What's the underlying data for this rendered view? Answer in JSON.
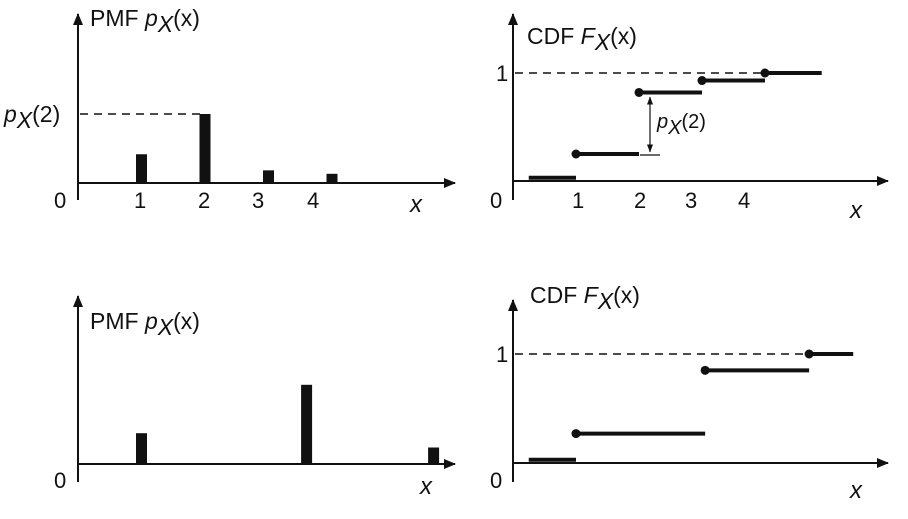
{
  "panels": [
    {
      "id": "pmf-top",
      "kind": "pmf",
      "title_prefix": "PMF ",
      "title_func": "p",
      "title_sub": "X",
      "title_arg": "(x)",
      "origin": "0",
      "x_axis_label": "x",
      "x_ticks": [
        "1",
        "2",
        "3",
        "4"
      ],
      "y_label_func": "p",
      "y_label_sub": "X",
      "y_label_arg": "(2)",
      "bars": [
        {
          "x": 1,
          "p": 0.25
        },
        {
          "x": 2,
          "p": 0.6
        },
        {
          "x": 3,
          "p": 0.11
        },
        {
          "x": 4,
          "p": 0.08
        }
      ]
    },
    {
      "id": "cdf-top",
      "kind": "cdf",
      "title_prefix": "CDF ",
      "title_func": "F",
      "title_sub": "X",
      "title_arg": "(x)",
      "origin": "0",
      "x_axis_label": "x",
      "x_ticks": [
        "1",
        "2",
        "3",
        "4"
      ],
      "y_tick": "1",
      "jump_label_func": "p",
      "jump_label_sub": "X",
      "jump_label_arg": "(2)",
      "steps": [
        {
          "from": 0.25,
          "to": 1,
          "F": 0.03,
          "dot": false
        },
        {
          "from": 1,
          "to": 2,
          "F": 0.25,
          "dot": true
        },
        {
          "from": 2,
          "to": 3,
          "F": 0.82,
          "dot": true
        },
        {
          "from": 3,
          "to": 4,
          "F": 0.93,
          "dot": true
        },
        {
          "from": 4,
          "to": 4.9,
          "F": 1.0,
          "dot": true
        }
      ]
    },
    {
      "id": "pmf-bottom",
      "kind": "pmf",
      "title_prefix": "PMF ",
      "title_func": "p",
      "title_sub": "X",
      "title_arg": "(x)",
      "origin": "0",
      "x_axis_label": "x",
      "bars": [
        {
          "x": 1,
          "p": 0.28
        },
        {
          "x": 3.6,
          "p": 0.72
        },
        {
          "x": 5.6,
          "p": 0.15
        }
      ]
    },
    {
      "id": "cdf-bottom",
      "kind": "cdf",
      "title_prefix": "CDF ",
      "title_func": "F",
      "title_sub": "X",
      "title_arg": "(x)",
      "origin": "0",
      "x_axis_label": "x",
      "y_tick": "1",
      "steps": [
        {
          "from": 0.25,
          "to": 1,
          "F": 0.03,
          "dot": false
        },
        {
          "from": 1,
          "to": 3.05,
          "F": 0.27,
          "dot": true
        },
        {
          "from": 3.05,
          "to": 4.7,
          "F": 0.85,
          "dot": true
        },
        {
          "from": 4.7,
          "to": 5.4,
          "F": 1.0,
          "dot": true
        }
      ]
    }
  ]
}
